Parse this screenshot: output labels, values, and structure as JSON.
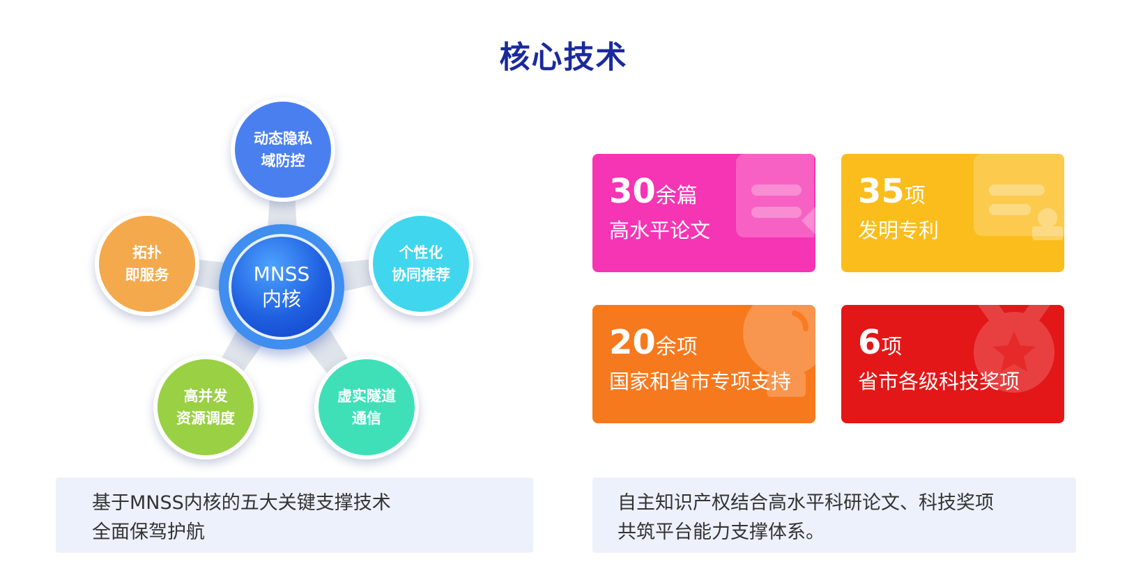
{
  "title": "核心技术",
  "diagram": {
    "core": {
      "line1": "MNSS",
      "line2": "内核"
    },
    "nodes": [
      {
        "id": "privacy",
        "line1": "动态隐私",
        "line2": "域防控",
        "color": "#4a7fef"
      },
      {
        "id": "personalized",
        "line1": "个性化",
        "line2": "协同推荐",
        "color": "#3fd6ee"
      },
      {
        "id": "tunnel",
        "line1": "虚实隧道",
        "line2": "通信",
        "color": "#3fe0b8"
      },
      {
        "id": "concurrency",
        "line1": "高并发",
        "line2": "资源调度",
        "color": "#99d044"
      },
      {
        "id": "topology",
        "line1": "拓扑",
        "line2": "即服务",
        "color": "#f3a94c"
      }
    ]
  },
  "cards": [
    {
      "id": "papers",
      "number": "30",
      "unit": "余篇",
      "desc": "高水平论文",
      "color": "#f535b4",
      "icon": "document-pen-icon"
    },
    {
      "id": "patents",
      "number": "35",
      "unit": "项",
      "desc": "发明专利",
      "color": "#fbbd1b",
      "icon": "certificate-stamp-icon"
    },
    {
      "id": "projects",
      "number": "20",
      "unit": "余项",
      "desc": "国家和省市专项支持",
      "color": "#f7791e",
      "icon": "lightbulb-icon"
    },
    {
      "id": "awards",
      "number": "6",
      "unit": "项",
      "desc": "省市各级科技奖项",
      "color": "#e31717",
      "icon": "medal-star-icon"
    }
  ],
  "footer": {
    "left": {
      "line1": "基于MNSS内核的五大关键支撑技术",
      "line2": "全面保驾护航"
    },
    "right": {
      "line1": "自主知识产权结合高水平科研论文、科技奖项",
      "line2": "共筑平台能力支撑体系。"
    }
  }
}
